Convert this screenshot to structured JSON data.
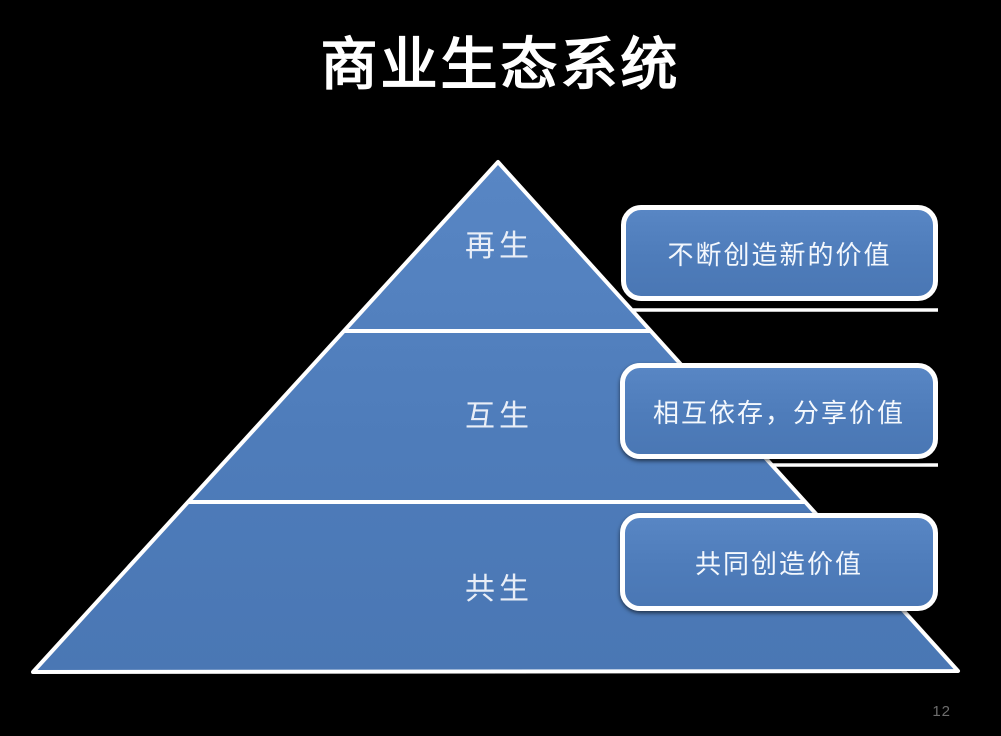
{
  "slide": {
    "title": "商业生态系统",
    "page_number": "12",
    "pyramid": {
      "tiers": [
        {
          "label": "再生",
          "description": "不断创造新的价值"
        },
        {
          "label": "互生",
          "description": "相互依存，分享价值"
        },
        {
          "label": "共生",
          "description": "共同创造价值"
        }
      ]
    },
    "colors": {
      "background": "#000000",
      "shape_fill_top": "#5886C4",
      "shape_fill_bottom": "#4A77B4",
      "shape_border": "#FFFFFF",
      "title_color": "#FFFFFF",
      "tier_label_color": "#E9EEF7",
      "page_number_color": "#6D6D6D"
    }
  }
}
